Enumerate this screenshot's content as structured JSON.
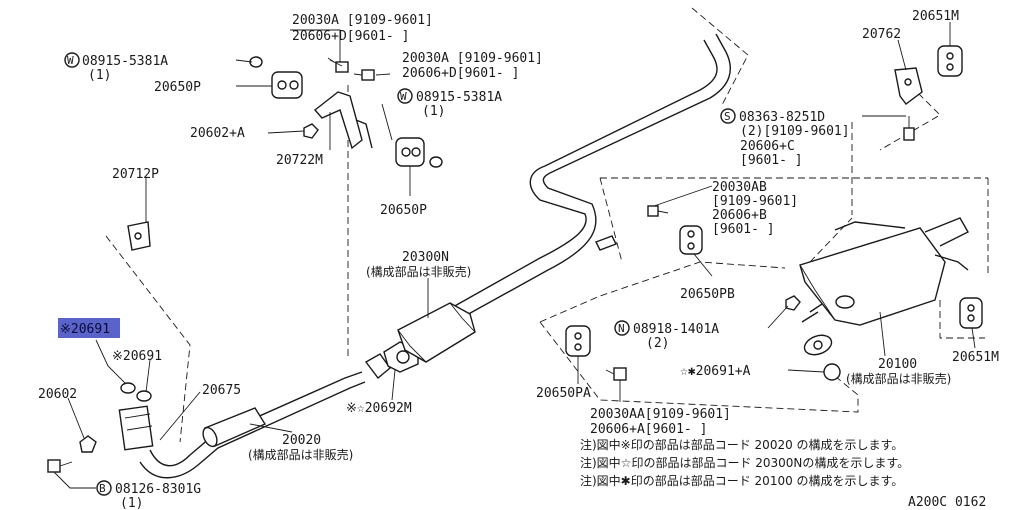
{
  "diagram": {
    "callouts": {
      "c20030a_a": "20030A [9109-9601]",
      "c20606d_a": "20606+D[9601-    ]",
      "cw08915_a": "08915-5381A",
      "cw08915_a_qty": "(1)",
      "c20650p_a": "20650P",
      "c20030a_b": "20030A [9109-9601]",
      "c20606d_b": "20606+D[9601-    ]",
      "cw08915_b": "08915-5381A",
      "cw08915_b_qty": "(1)",
      "c20602a": "20602+A",
      "c20722m": "20722M",
      "c20650p_b": "20650P",
      "c20712p": "20712P",
      "c20300n": "20300N",
      "c20300n_sub": "(構成部品は非販売)",
      "c20691_hl": "※20691",
      "c20691": "※20691",
      "c20602": "20602",
      "c20675": "20675",
      "c20020": "20020",
      "c20020_sub": "(構成部品は非販売)",
      "c20692m": "※☆20692M",
      "cb08126": "08126-8301G",
      "cb08126_qty": "(1)",
      "c20762": "20762",
      "c20651m_top": "20651M",
      "cs08363": "08363-8251D",
      "cs08363_qty": "(2)[9109-9601]",
      "c20606c": "20606+C",
      "c20606c_range": "[9601-    ]",
      "c20030ab": "20030AB",
      "c20030ab_range": "[9109-9601]",
      "c20606b": "20606+B",
      "c20606b_range": "[9601-    ]",
      "c20650pb": "20650PB",
      "cn08918": "08918-1401A",
      "cn08918_qty": "(2)",
      "c20691a": "☆✱20691+A",
      "c20100": "20100",
      "c20100_sub": "(構成部品は非販売)",
      "c20651m_bot": "20651M",
      "c20650pa": "20650PA",
      "c20030aa": "20030AA[9109-9601]",
      "c20606a": "20606+A[9601-    ]"
    },
    "markers": {
      "w": "W",
      "s": "S",
      "n": "N",
      "b": "B"
    },
    "notes": [
      "注)図中※印の部品は部品コード 20020  の構成を示します。",
      "注)図中☆印の部品は部品コード 20300Nの構成を示します。",
      "注)図中✱印の部品は部品コード 20100  の構成を示します。"
    ],
    "code": "A200C 0162",
    "highlight_color": "#5a63c9"
  }
}
